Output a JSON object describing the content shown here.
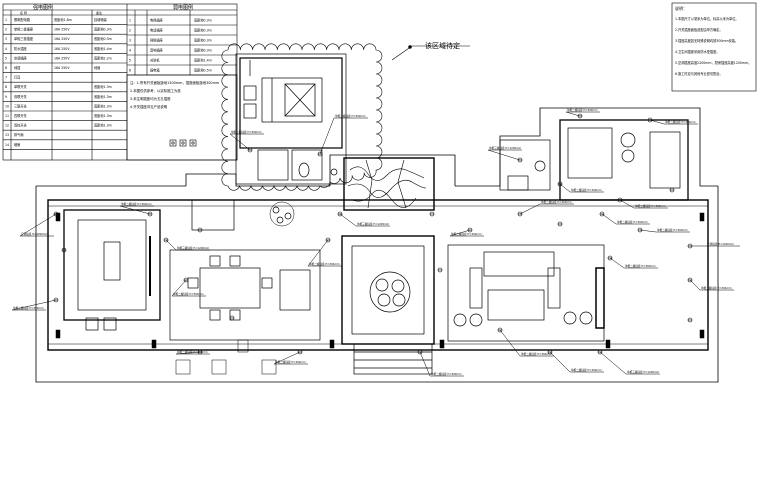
{
  "legend": {
    "left_title": "强电图例",
    "right_title": "弱电图例",
    "col_headers": [
      "名 称",
      "",
      "备注"
    ],
    "left_rows": [
      {
        "num": "1",
        "name": "照明配电箱",
        "spec": "底距地1.8m",
        "note": "挂墙暗装"
      },
      {
        "num": "2",
        "name": "单相二极插座",
        "spec": "16A 250V",
        "note": "底距地0.3m"
      },
      {
        "num": "3",
        "name": "单相三极插座",
        "spec": "16A 250V",
        "note": "底距地0.3m"
      },
      {
        "num": "4",
        "name": "防水插座",
        "spec": "16A 250V",
        "note": "底距地1.4m"
      },
      {
        "num": "5",
        "name": "空调插座",
        "spec": "16A 250V",
        "note": "底距地2.2m"
      },
      {
        "num": "6",
        "name": "地插",
        "spec": "16A 250V",
        "note": "地面"
      },
      {
        "num": "7",
        "name": "灯具",
        "spec": "",
        "note": ""
      },
      {
        "num": "8",
        "name": "单联开关",
        "spec": "",
        "note": "底距地1.3m"
      },
      {
        "num": "9",
        "name": "双联开关",
        "spec": "",
        "note": "底距地1.3m"
      },
      {
        "num": "10",
        "name": "三联开关",
        "spec": "",
        "note": "底距地1.3m"
      },
      {
        "num": "11",
        "name": "四联开关",
        "spec": "",
        "note": "底距地1.3m"
      },
      {
        "num": "12",
        "name": "双控开关",
        "spec": "",
        "note": "底距地1.3m"
      },
      {
        "num": "13",
        "name": "排气扇",
        "spec": "",
        "note": ""
      },
      {
        "num": "14",
        "name": "暗管",
        "spec": "",
        "note": ""
      }
    ],
    "right_rows": [
      {
        "num": "1",
        "name": "电视插座",
        "note": "底距地0.3m"
      },
      {
        "num": "2",
        "name": "电话插座",
        "note": "底距地0.3m"
      },
      {
        "num": "3",
        "name": "网络插座",
        "note": "底距地0.3m"
      },
      {
        "num": "4",
        "name": "音响插座",
        "note": "底距地0.3m"
      },
      {
        "num": "5",
        "name": "对讲机",
        "note": "底距地1.4m"
      },
      {
        "num": "6",
        "name": "弱电箱",
        "note": "底距地0.5m"
      }
    ],
    "notes_lines": [
      "注：1.所有开关面板距地1300mm，插座面板距地300mm",
      "2.本图仅供参考，以实际施工为准",
      "3.未注明插座均为五孔插座",
      "4.开关插座详见产品说明"
    ]
  },
  "callout_text": "该区域待定",
  "general_notes": {
    "title": "说明：",
    "lines": [
      "1.本图尺寸以毫米为单位，标高以米为单位。",
      "2.开关插座面板选型由甲方确定。",
      "3.插座高度如无特殊说明均按300mm安装。",
      "4.卫生间插座采用防水型插座。",
      "5.空调插座高度2200mm，厨房插座高度1200mm。",
      "6.施工时应与其他专业密切配合。"
    ]
  },
  "annotation_label": "单相二极插座 H=300mm",
  "annotation_label_alt": "单相三极插座 H=1200mm",
  "annotation_label_ac": "空调插座 H=2200mm"
}
